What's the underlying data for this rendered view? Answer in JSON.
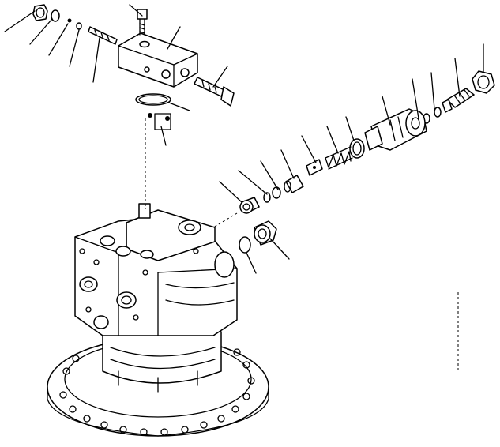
{
  "diagram": {
    "kind": "exploded-parts-view",
    "colors": {
      "ink": "#000000",
      "paper": "#ffffff"
    },
    "parts": [
      {
        "name": "plug-upper-left"
      },
      {
        "name": "o-ring-upper-left"
      },
      {
        "name": "small-ring"
      },
      {
        "name": "small-seal"
      },
      {
        "name": "pin-shaft"
      },
      {
        "name": "bolt-top"
      },
      {
        "name": "valve-block"
      },
      {
        "name": "bolt-side"
      },
      {
        "name": "o-ring-block"
      },
      {
        "name": "dowel-pins"
      },
      {
        "name": "relief-valve-cartridge"
      },
      {
        "name": "seal-ring-a"
      },
      {
        "name": "seal-ring-b"
      },
      {
        "name": "adjust-screw"
      },
      {
        "name": "lock-nut"
      },
      {
        "name": "spring"
      },
      {
        "name": "spring-seat"
      },
      {
        "name": "piston"
      },
      {
        "name": "washer"
      },
      {
        "name": "o-ring-mid"
      },
      {
        "name": "plug-mid"
      },
      {
        "name": "plug-lower"
      },
      {
        "name": "o-ring-lower"
      },
      {
        "name": "swing-motor-housing"
      }
    ]
  }
}
